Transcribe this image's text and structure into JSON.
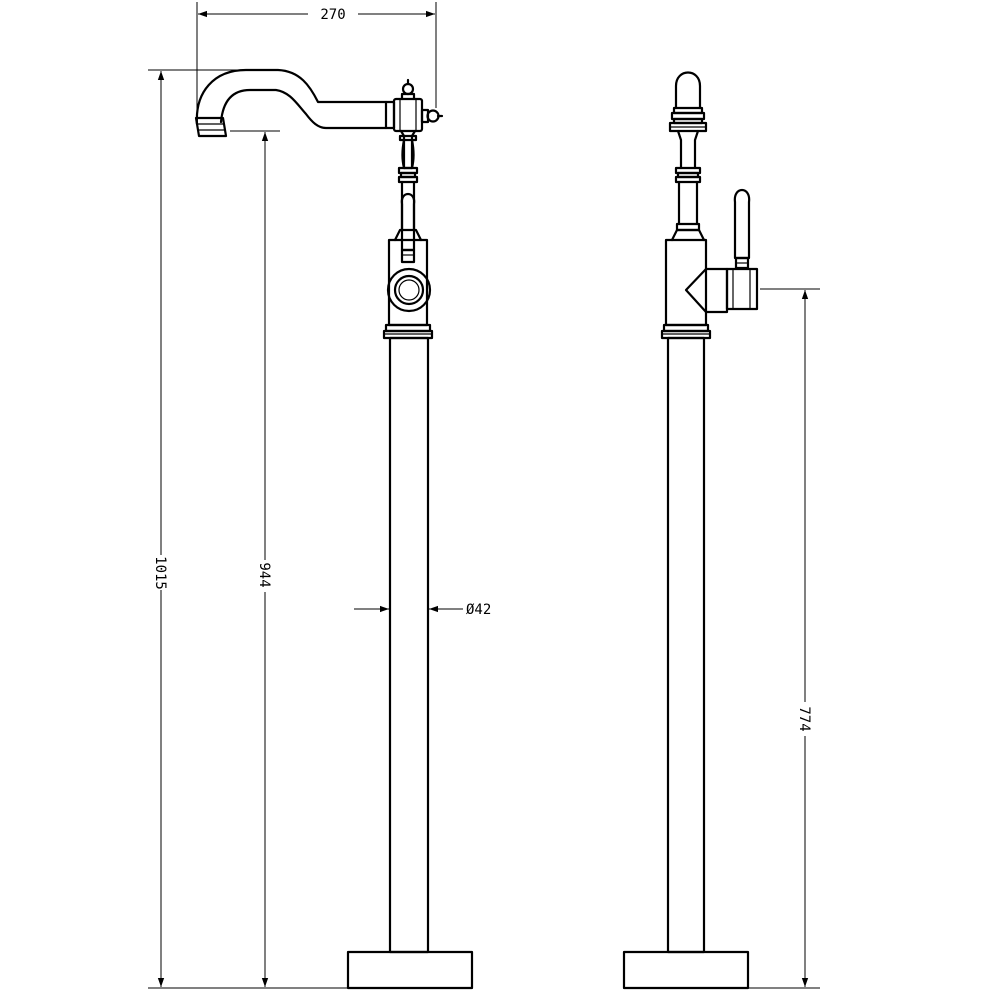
{
  "drawing": {
    "dimensions": {
      "spout_reach": "270",
      "total_height": "1015",
      "spout_outlet_height": "944",
      "pipe_diameter": "Ø42",
      "inlet_height": "774"
    }
  },
  "colors": {
    "line": "#000000",
    "background": "#ffffff"
  }
}
